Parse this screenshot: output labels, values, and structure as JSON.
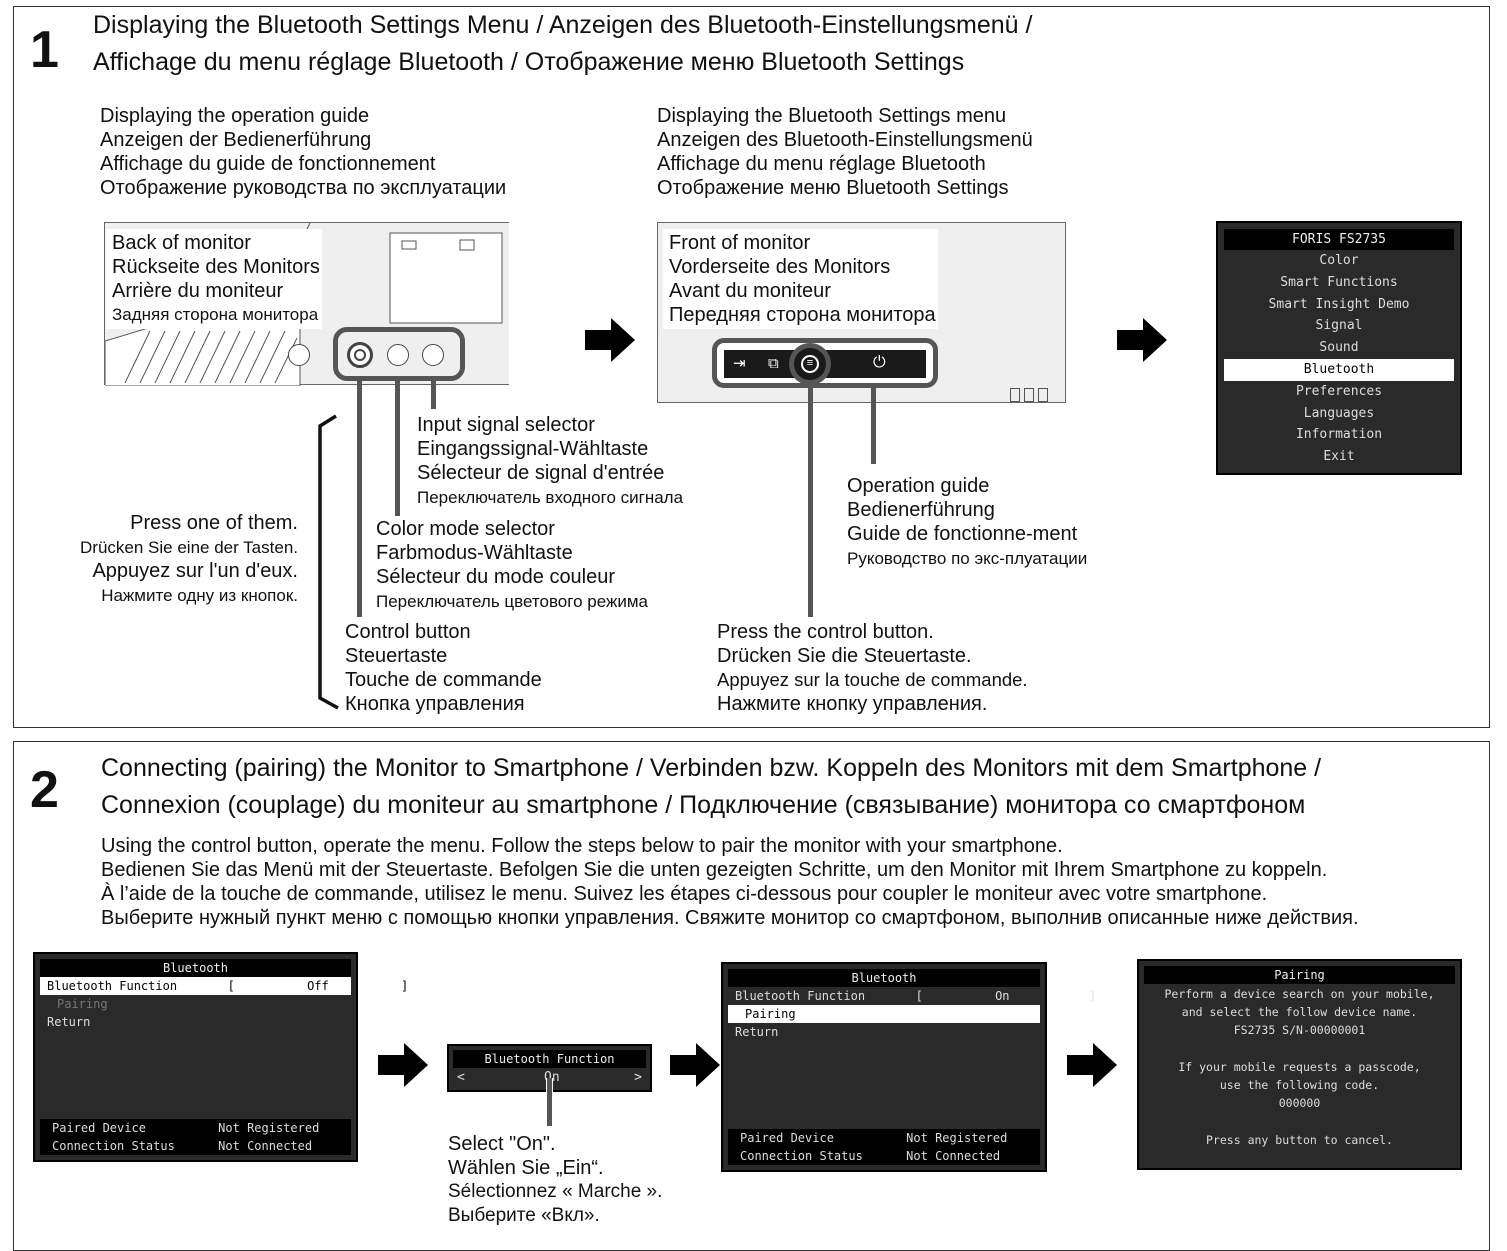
{
  "step1": {
    "number": "1",
    "title_line1": "Displaying the Bluetooth Settings Menu / Anzeigen des Bluetooth-Einstellungsmenü /",
    "title_line2": "Affichage du menu réglage Bluetooth / Отображение меню Bluetooth Settings",
    "left_caption": [
      "Displaying the operation guide",
      "Anzeigen der Bedienerführung",
      "Affichage du guide de fonctionnement",
      "Отображение руководства по эксплуатации"
    ],
    "mid_caption": [
      "Displaying the Bluetooth Settings menu",
      "Anzeigen des Bluetooth-Einstellungsmenü",
      "Affichage du menu réglage Bluetooth",
      "Отображение меню Bluetooth Settings"
    ],
    "back_label": [
      "Back of monitor",
      "Rückseite des Monitors",
      "Arrière du moniteur",
      "Задняя сторона монитора"
    ],
    "front_label": [
      "Front of monitor",
      "Vorderseite des Monitors",
      "Avant du moniteur",
      "Передняя сторона монитора"
    ],
    "input_selector": [
      "Input signal selector",
      "Eingangssignal-Wähltaste",
      "Sélecteur de signal d'entrée",
      "Переключатель входного сигнала"
    ],
    "color_selector": [
      "Color mode selector",
      "Farbmodus-Wähltaste",
      "Sélecteur du mode couleur",
      "Переключатель цветового режима"
    ],
    "control_button": [
      "Control button",
      "Steuertaste",
      "Touche de commande",
      "Кнопка управления"
    ],
    "press_one": [
      "Press one of them.",
      "Drücken Sie eine der Tasten.",
      "Appuyez sur l'un d'eux.",
      "Нажмите одну из кнопок."
    ],
    "operation_guide": [
      "Operation guide",
      "Bedienerführung",
      "Guide de fonctionne-ment",
      "Руководство по экс-плуатации"
    ],
    "press_control": [
      "Press the control button.",
      "Drücken Sie die Steuertaste.",
      "Appuyez sur la touche de commande.",
      "Нажмите кнопку управления."
    ],
    "menu": {
      "header": "FORIS FS2735",
      "items": [
        "Color",
        "Smart Functions",
        "Smart Insight Demo",
        "Signal",
        "Sound",
        "Bluetooth",
        "Preferences",
        "Languages",
        "Information",
        "Exit"
      ],
      "selected": "Bluetooth"
    }
  },
  "step2": {
    "number": "2",
    "title_line1": "Connecting (pairing) the Monitor to Smartphone / Verbinden bzw. Koppeln des Monitors mit dem Smartphone /",
    "title_line2": "Connexion (couplage) du moniteur au smartphone / Подключение (связывание) монитора со смартфоном",
    "instructions": [
      "Using the control button, operate the menu. Follow the steps below to pair the monitor with your smartphone.",
      "Bedienen Sie das Menü mit der Steuertaste. Befolgen Sie die unten gezeigten Schritte, um den Monitor mit Ihrem Smartphone zu koppeln.",
      "À l’aide de la touche de commande, utilisez le menu. Suivez les étapes ci-dessous pour coupler le moniteur avec votre smartphone.",
      "Выберите нужный пункт меню с помощью кнопки управления. Свяжите монитор со смартфоном, выполнив описанные ниже действия."
    ],
    "bt_menu_off": {
      "header": "Bluetooth",
      "function_row": "Bluetooth Function       [          Off          ]",
      "pairing": "Pairing",
      "return": "Return",
      "paired_device": "Paired Device          Not Registered",
      "connection_status": "Connection Status      Not Connected"
    },
    "bt_function_dialog": {
      "header": "Bluetooth Function",
      "left": "<",
      "value": "On",
      "right": ">"
    },
    "select_on": [
      "Select \"On\".",
      "Wählen Sie „Ein“.",
      "Sélectionnez « Marche ».",
      "Выберите «Вкл»."
    ],
    "bt_menu_on": {
      "header": "Bluetooth",
      "function_row": "Bluetooth Function       [          On           ]",
      "pairing": "Pairing",
      "return": "Return",
      "paired_device": "Paired Device          Not Registered",
      "connection_status": "Connection Status      Not Connected"
    },
    "pairing_screen": {
      "header": "Pairing",
      "lines": [
        "Perform a device search on your mobile,",
        "and select the follow device name.",
        "FS2735 S/N-00000001",
        "",
        "If your mobile requests a passcode,",
        "use the following code.",
        "000000",
        "",
        "Press any button to cancel."
      ]
    }
  }
}
